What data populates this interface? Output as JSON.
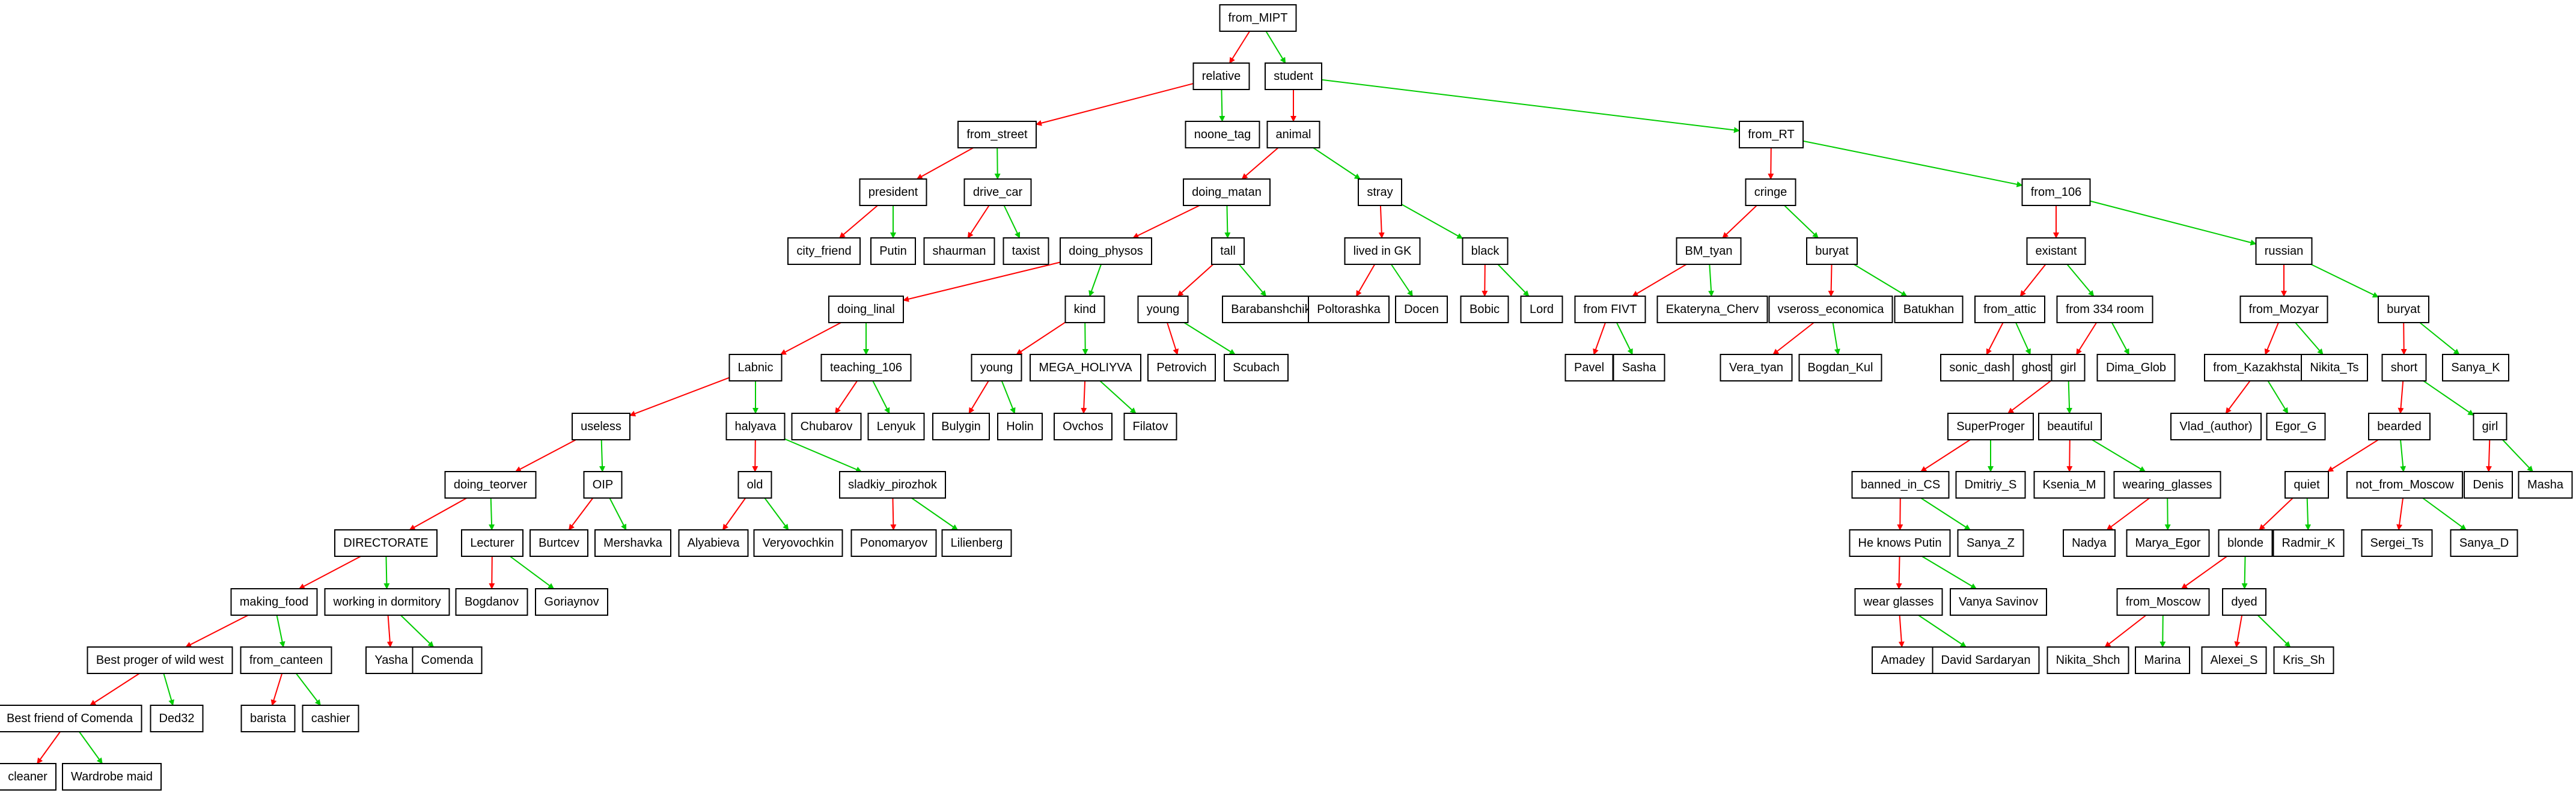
{
  "edge_colors": {
    "yes": "#ff0000",
    "no": "#00cc00"
  },
  "nodes": [
    {
      "id": "n0",
      "label": "from_MIPT"
    },
    {
      "id": "n1",
      "label": "relative"
    },
    {
      "id": "n2",
      "label": "student"
    },
    {
      "id": "n3",
      "label": "from_street"
    },
    {
      "id": "n4",
      "label": "noone_tag"
    },
    {
      "id": "n5",
      "label": "animal"
    },
    {
      "id": "n6",
      "label": "from_RT"
    },
    {
      "id": "n7",
      "label": "president"
    },
    {
      "id": "n8",
      "label": "drive_car"
    },
    {
      "id": "n9",
      "label": "doing_matan"
    },
    {
      "id": "n10",
      "label": "stray"
    },
    {
      "id": "n11",
      "label": "cringe"
    },
    {
      "id": "n12",
      "label": "from_106"
    },
    {
      "id": "n13",
      "label": "city_friend"
    },
    {
      "id": "n14",
      "label": "Putin"
    },
    {
      "id": "n15",
      "label": "shaurman"
    },
    {
      "id": "n16",
      "label": "taxist"
    },
    {
      "id": "n17",
      "label": "doing_physos"
    },
    {
      "id": "n18",
      "label": "tall"
    },
    {
      "id": "n19",
      "label": "lived in GK"
    },
    {
      "id": "n20",
      "label": "black"
    },
    {
      "id": "n21",
      "label": "BM_tyan"
    },
    {
      "id": "n22",
      "label": "buryat"
    },
    {
      "id": "n23",
      "label": "existant"
    },
    {
      "id": "n24",
      "label": "russian"
    },
    {
      "id": "n25",
      "label": "doing_linal"
    },
    {
      "id": "n26",
      "label": "kind"
    },
    {
      "id": "n27",
      "label": "young"
    },
    {
      "id": "n28",
      "label": "Barabanshchikov"
    },
    {
      "id": "n29",
      "label": "Poltorashka"
    },
    {
      "id": "n30",
      "label": "Docen"
    },
    {
      "id": "n31",
      "label": "Bobic"
    },
    {
      "id": "n32",
      "label": "Lord"
    },
    {
      "id": "n33",
      "label": "from FIVT"
    },
    {
      "id": "n34",
      "label": "Ekateryna_Cherv"
    },
    {
      "id": "n35",
      "label": "vseross_economica"
    },
    {
      "id": "n36",
      "label": "Batukhan"
    },
    {
      "id": "n37",
      "label": "from_attic"
    },
    {
      "id": "n38",
      "label": "from 334 room"
    },
    {
      "id": "n39",
      "label": "from_Mozyar"
    },
    {
      "id": "n40",
      "label": "buryat"
    },
    {
      "id": "n41",
      "label": "Labnic"
    },
    {
      "id": "n42",
      "label": "teaching_106"
    },
    {
      "id": "n43",
      "label": "young"
    },
    {
      "id": "n44",
      "label": "MEGA_HOLIYVA"
    },
    {
      "id": "n45",
      "label": "Petrovich"
    },
    {
      "id": "n46",
      "label": "Scubach"
    },
    {
      "id": "n47",
      "label": "Pavel"
    },
    {
      "id": "n48",
      "label": "Sasha"
    },
    {
      "id": "n49",
      "label": "Vera_tyan"
    },
    {
      "id": "n50",
      "label": "Bogdan_Kul"
    },
    {
      "id": "n51",
      "label": "sonic_dash"
    },
    {
      "id": "n52",
      "label": "ghost"
    },
    {
      "id": "n53",
      "label": "girl"
    },
    {
      "id": "n54",
      "label": "Dima_Glob"
    },
    {
      "id": "n55",
      "label": "from_Kazakhstan"
    },
    {
      "id": "n56",
      "label": "Nikita_Ts"
    },
    {
      "id": "n57",
      "label": "short"
    },
    {
      "id": "n58",
      "label": "Sanya_K"
    },
    {
      "id": "n59",
      "label": "useless"
    },
    {
      "id": "n60",
      "label": "halyava"
    },
    {
      "id": "n61",
      "label": "Chubarov"
    },
    {
      "id": "n62",
      "label": "Lenyuk"
    },
    {
      "id": "n63",
      "label": "Bulygin"
    },
    {
      "id": "n64",
      "label": "Holin"
    },
    {
      "id": "n65",
      "label": "Ovchos"
    },
    {
      "id": "n66",
      "label": "Filatov"
    },
    {
      "id": "n67",
      "label": "SuperProger"
    },
    {
      "id": "n68",
      "label": "beautiful"
    },
    {
      "id": "n69",
      "label": "Vlad_(author)"
    },
    {
      "id": "n70",
      "label": "Egor_G"
    },
    {
      "id": "n71",
      "label": "bearded"
    },
    {
      "id": "n72",
      "label": "girl"
    },
    {
      "id": "n73",
      "label": "doing_teorver"
    },
    {
      "id": "n74",
      "label": "OIP"
    },
    {
      "id": "n75",
      "label": "old"
    },
    {
      "id": "n76",
      "label": "sladkiy_pirozhok"
    },
    {
      "id": "n77",
      "label": "banned_in_CS"
    },
    {
      "id": "n78",
      "label": "Dmitriy_S"
    },
    {
      "id": "n79",
      "label": "Ksenia_M"
    },
    {
      "id": "n80",
      "label": "wearing_glasses"
    },
    {
      "id": "n81",
      "label": "quiet"
    },
    {
      "id": "n82",
      "label": "not_from_Moscow"
    },
    {
      "id": "n83",
      "label": "Denis"
    },
    {
      "id": "n84",
      "label": "Masha"
    },
    {
      "id": "n85",
      "label": "DIRECTORATE"
    },
    {
      "id": "n86",
      "label": "Lecturer"
    },
    {
      "id": "n87",
      "label": "Burtcev"
    },
    {
      "id": "n88",
      "label": "Mershavka"
    },
    {
      "id": "n89",
      "label": "Alyabieva"
    },
    {
      "id": "n90",
      "label": "Veryovochkin"
    },
    {
      "id": "n91",
      "label": "Ponomaryov"
    },
    {
      "id": "n92",
      "label": "Lilienberg"
    },
    {
      "id": "n93",
      "label": "He knows Putin"
    },
    {
      "id": "n94",
      "label": "Sanya_Z"
    },
    {
      "id": "n95",
      "label": "Nadya"
    },
    {
      "id": "n96",
      "label": "Marya_Egor"
    },
    {
      "id": "n97",
      "label": "blonde"
    },
    {
      "id": "n98",
      "label": "Radmir_K"
    },
    {
      "id": "n99",
      "label": "Sergei_Ts"
    },
    {
      "id": "n100",
      "label": "Sanya_D"
    },
    {
      "id": "n101",
      "label": "making_food"
    },
    {
      "id": "n102",
      "label": "working in dormitory"
    },
    {
      "id": "n103",
      "label": "Bogdanov"
    },
    {
      "id": "n104",
      "label": "Goriaynov"
    },
    {
      "id": "n105",
      "label": "wear glasses"
    },
    {
      "id": "n106",
      "label": "Vanya Savinov"
    },
    {
      "id": "n107",
      "label": "from_Moscow"
    },
    {
      "id": "n108",
      "label": "dyed"
    },
    {
      "id": "n109",
      "label": "Best proger of wild west"
    },
    {
      "id": "n110",
      "label": "from_canteen"
    },
    {
      "id": "n111",
      "label": "Yasha"
    },
    {
      "id": "n112",
      "label": "Comenda"
    },
    {
      "id": "n113",
      "label": "Amadey"
    },
    {
      "id": "n114",
      "label": "David Sardaryan"
    },
    {
      "id": "n115",
      "label": "Nikita_Shch"
    },
    {
      "id": "n116",
      "label": "Marina"
    },
    {
      "id": "n117",
      "label": "Alexei_S"
    },
    {
      "id": "n118",
      "label": "Kris_Sh"
    },
    {
      "id": "n119",
      "label": "Best friend of Comenda"
    },
    {
      "id": "n120",
      "label": "Ded32"
    },
    {
      "id": "n121",
      "label": "barista"
    },
    {
      "id": "n122",
      "label": "cashier"
    },
    {
      "id": "n123",
      "label": "cleaner"
    },
    {
      "id": "n124",
      "label": "Wardrobe maid"
    }
  ],
  "edges": [
    {
      "from": "n0",
      "to": "n1",
      "kind": "yes"
    },
    {
      "from": "n0",
      "to": "n2",
      "kind": "no"
    },
    {
      "from": "n1",
      "to": "n3",
      "kind": "yes"
    },
    {
      "from": "n1",
      "to": "n4",
      "kind": "no"
    },
    {
      "from": "n2",
      "to": "n5",
      "kind": "yes"
    },
    {
      "from": "n2",
      "to": "n6",
      "kind": "no"
    },
    {
      "from": "n3",
      "to": "n7",
      "kind": "yes"
    },
    {
      "from": "n3",
      "to": "n8",
      "kind": "no"
    },
    {
      "from": "n5",
      "to": "n9",
      "kind": "yes"
    },
    {
      "from": "n5",
      "to": "n10",
      "kind": "no"
    },
    {
      "from": "n6",
      "to": "n11",
      "kind": "yes"
    },
    {
      "from": "n6",
      "to": "n12",
      "kind": "no"
    },
    {
      "from": "n7",
      "to": "n13",
      "kind": "yes"
    },
    {
      "from": "n7",
      "to": "n14",
      "kind": "no"
    },
    {
      "from": "n8",
      "to": "n15",
      "kind": "yes"
    },
    {
      "from": "n8",
      "to": "n16",
      "kind": "no"
    },
    {
      "from": "n9",
      "to": "n17",
      "kind": "yes"
    },
    {
      "from": "n9",
      "to": "n18",
      "kind": "no"
    },
    {
      "from": "n10",
      "to": "n19",
      "kind": "yes"
    },
    {
      "from": "n10",
      "to": "n20",
      "kind": "no"
    },
    {
      "from": "n11",
      "to": "n21",
      "kind": "yes"
    },
    {
      "from": "n11",
      "to": "n22",
      "kind": "no"
    },
    {
      "from": "n12",
      "to": "n23",
      "kind": "yes"
    },
    {
      "from": "n12",
      "to": "n24",
      "kind": "no"
    },
    {
      "from": "n17",
      "to": "n25",
      "kind": "yes"
    },
    {
      "from": "n17",
      "to": "n26",
      "kind": "no"
    },
    {
      "from": "n18",
      "to": "n27",
      "kind": "yes"
    },
    {
      "from": "n18",
      "to": "n28",
      "kind": "no"
    },
    {
      "from": "n19",
      "to": "n29",
      "kind": "yes"
    },
    {
      "from": "n19",
      "to": "n30",
      "kind": "no"
    },
    {
      "from": "n20",
      "to": "n31",
      "kind": "yes"
    },
    {
      "from": "n20",
      "to": "n32",
      "kind": "no"
    },
    {
      "from": "n21",
      "to": "n33",
      "kind": "yes"
    },
    {
      "from": "n21",
      "to": "n34",
      "kind": "no"
    },
    {
      "from": "n22",
      "to": "n35",
      "kind": "yes"
    },
    {
      "from": "n22",
      "to": "n36",
      "kind": "no"
    },
    {
      "from": "n23",
      "to": "n37",
      "kind": "yes"
    },
    {
      "from": "n23",
      "to": "n38",
      "kind": "no"
    },
    {
      "from": "n24",
      "to": "n39",
      "kind": "yes"
    },
    {
      "from": "n24",
      "to": "n40",
      "kind": "no"
    },
    {
      "from": "n25",
      "to": "n41",
      "kind": "yes"
    },
    {
      "from": "n25",
      "to": "n42",
      "kind": "no"
    },
    {
      "from": "n26",
      "to": "n43",
      "kind": "yes"
    },
    {
      "from": "n26",
      "to": "n44",
      "kind": "no"
    },
    {
      "from": "n27",
      "to": "n45",
      "kind": "yes"
    },
    {
      "from": "n27",
      "to": "n46",
      "kind": "no"
    },
    {
      "from": "n33",
      "to": "n47",
      "kind": "yes"
    },
    {
      "from": "n33",
      "to": "n48",
      "kind": "no"
    },
    {
      "from": "n35",
      "to": "n49",
      "kind": "yes"
    },
    {
      "from": "n35",
      "to": "n50",
      "kind": "no"
    },
    {
      "from": "n37",
      "to": "n51",
      "kind": "yes"
    },
    {
      "from": "n37",
      "to": "n52",
      "kind": "no"
    },
    {
      "from": "n38",
      "to": "n53",
      "kind": "yes"
    },
    {
      "from": "n38",
      "to": "n54",
      "kind": "no"
    },
    {
      "from": "n39",
      "to": "n55",
      "kind": "yes"
    },
    {
      "from": "n39",
      "to": "n56",
      "kind": "no"
    },
    {
      "from": "n40",
      "to": "n57",
      "kind": "yes"
    },
    {
      "from": "n40",
      "to": "n58",
      "kind": "no"
    },
    {
      "from": "n41",
      "to": "n59",
      "kind": "yes"
    },
    {
      "from": "n41",
      "to": "n60",
      "kind": "no"
    },
    {
      "from": "n42",
      "to": "n61",
      "kind": "yes"
    },
    {
      "from": "n42",
      "to": "n62",
      "kind": "no"
    },
    {
      "from": "n43",
      "to": "n63",
      "kind": "yes"
    },
    {
      "from": "n43",
      "to": "n64",
      "kind": "no"
    },
    {
      "from": "n44",
      "to": "n65",
      "kind": "yes"
    },
    {
      "from": "n44",
      "to": "n66",
      "kind": "no"
    },
    {
      "from": "n53",
      "to": "n67",
      "kind": "yes"
    },
    {
      "from": "n53",
      "to": "n68",
      "kind": "no"
    },
    {
      "from": "n55",
      "to": "n69",
      "kind": "yes"
    },
    {
      "from": "n55",
      "to": "n70",
      "kind": "no"
    },
    {
      "from": "n57",
      "to": "n71",
      "kind": "yes"
    },
    {
      "from": "n57",
      "to": "n72",
      "kind": "no"
    },
    {
      "from": "n59",
      "to": "n73",
      "kind": "yes"
    },
    {
      "from": "n59",
      "to": "n74",
      "kind": "no"
    },
    {
      "from": "n60",
      "to": "n75",
      "kind": "yes"
    },
    {
      "from": "n60",
      "to": "n76",
      "kind": "no"
    },
    {
      "from": "n67",
      "to": "n77",
      "kind": "yes"
    },
    {
      "from": "n67",
      "to": "n78",
      "kind": "no"
    },
    {
      "from": "n68",
      "to": "n79",
      "kind": "yes"
    },
    {
      "from": "n68",
      "to": "n80",
      "kind": "no"
    },
    {
      "from": "n71",
      "to": "n81",
      "kind": "yes"
    },
    {
      "from": "n71",
      "to": "n82",
      "kind": "no"
    },
    {
      "from": "n72",
      "to": "n83",
      "kind": "yes"
    },
    {
      "from": "n72",
      "to": "n84",
      "kind": "no"
    },
    {
      "from": "n73",
      "to": "n85",
      "kind": "yes"
    },
    {
      "from": "n73",
      "to": "n86",
      "kind": "no"
    },
    {
      "from": "n74",
      "to": "n87",
      "kind": "yes"
    },
    {
      "from": "n74",
      "to": "n88",
      "kind": "no"
    },
    {
      "from": "n75",
      "to": "n89",
      "kind": "yes"
    },
    {
      "from": "n75",
      "to": "n90",
      "kind": "no"
    },
    {
      "from": "n76",
      "to": "n91",
      "kind": "yes"
    },
    {
      "from": "n76",
      "to": "n92",
      "kind": "no"
    },
    {
      "from": "n77",
      "to": "n93",
      "kind": "yes"
    },
    {
      "from": "n77",
      "to": "n94",
      "kind": "no"
    },
    {
      "from": "n80",
      "to": "n95",
      "kind": "yes"
    },
    {
      "from": "n80",
      "to": "n96",
      "kind": "no"
    },
    {
      "from": "n81",
      "to": "n97",
      "kind": "yes"
    },
    {
      "from": "n81",
      "to": "n98",
      "kind": "no"
    },
    {
      "from": "n82",
      "to": "n99",
      "kind": "yes"
    },
    {
      "from": "n82",
      "to": "n100",
      "kind": "no"
    },
    {
      "from": "n85",
      "to": "n101",
      "kind": "yes"
    },
    {
      "from": "n85",
      "to": "n102",
      "kind": "no"
    },
    {
      "from": "n86",
      "to": "n103",
      "kind": "yes"
    },
    {
      "from": "n86",
      "to": "n104",
      "kind": "no"
    },
    {
      "from": "n93",
      "to": "n105",
      "kind": "yes"
    },
    {
      "from": "n93",
      "to": "n106",
      "kind": "no"
    },
    {
      "from": "n97",
      "to": "n107",
      "kind": "yes"
    },
    {
      "from": "n97",
      "to": "n108",
      "kind": "no"
    },
    {
      "from": "n101",
      "to": "n109",
      "kind": "yes"
    },
    {
      "from": "n101",
      "to": "n110",
      "kind": "no"
    },
    {
      "from": "n102",
      "to": "n111",
      "kind": "yes"
    },
    {
      "from": "n102",
      "to": "n112",
      "kind": "no"
    },
    {
      "from": "n105",
      "to": "n113",
      "kind": "yes"
    },
    {
      "from": "n105",
      "to": "n114",
      "kind": "no"
    },
    {
      "from": "n107",
      "to": "n115",
      "kind": "yes"
    },
    {
      "from": "n107",
      "to": "n116",
      "kind": "no"
    },
    {
      "from": "n108",
      "to": "n117",
      "kind": "yes"
    },
    {
      "from": "n108",
      "to": "n118",
      "kind": "no"
    },
    {
      "from": "n109",
      "to": "n119",
      "kind": "yes"
    },
    {
      "from": "n109",
      "to": "n120",
      "kind": "no"
    },
    {
      "from": "n110",
      "to": "n121",
      "kind": "yes"
    },
    {
      "from": "n110",
      "to": "n122",
      "kind": "no"
    },
    {
      "from": "n119",
      "to": "n123",
      "kind": "yes"
    },
    {
      "from": "n119",
      "to": "n124",
      "kind": "no"
    }
  ]
}
